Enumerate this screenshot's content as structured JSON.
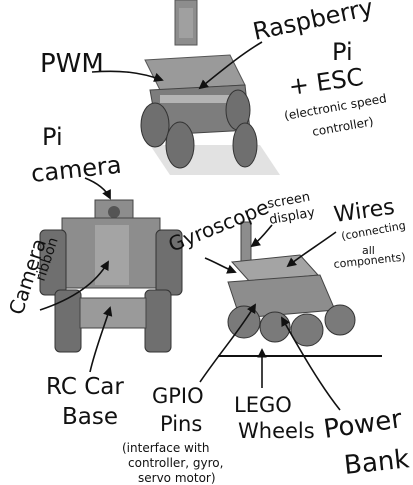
{
  "views": [
    {
      "name": "top-view"
    },
    {
      "name": "front-view"
    },
    {
      "name": "iso-view"
    }
  ],
  "labels": {
    "pwm": "PWM",
    "raspberry_pi": "Raspberry",
    "pi": "Pi",
    "esc": "+ ESC",
    "esc_note_1": "(electronic speed",
    "esc_note_2": "controller)",
    "pi_camera_1": "Pi",
    "pi_camera_2": "camera",
    "camera_ribbon_1": "Camera",
    "camera_ribbon_2": "ribbon",
    "rc_car_1": "RC Car",
    "rc_car_2": "Base",
    "gyroscope": "Gyroscope",
    "screen_1": "screen",
    "screen_2": "display",
    "wires": "Wires",
    "wires_note_1": "(connecting",
    "wires_note_2": "all",
    "wires_note_3": "components)",
    "gpio_1": "GPIO",
    "gpio_2": "Pins",
    "gpio_note_1": "(interface with",
    "gpio_note_2": "controller, gyro,",
    "gpio_note_3": "servo motor)",
    "lego_1": "LEGO",
    "lego_2": "Wheels",
    "power_1": "Power",
    "power_2": "Bank"
  },
  "colors": {
    "body": "#8d8d8d",
    "body_dark": "#5e5e5e",
    "body_light": "#b4b4b4",
    "shadow": "#d6d6d6",
    "ink": "#111111"
  }
}
